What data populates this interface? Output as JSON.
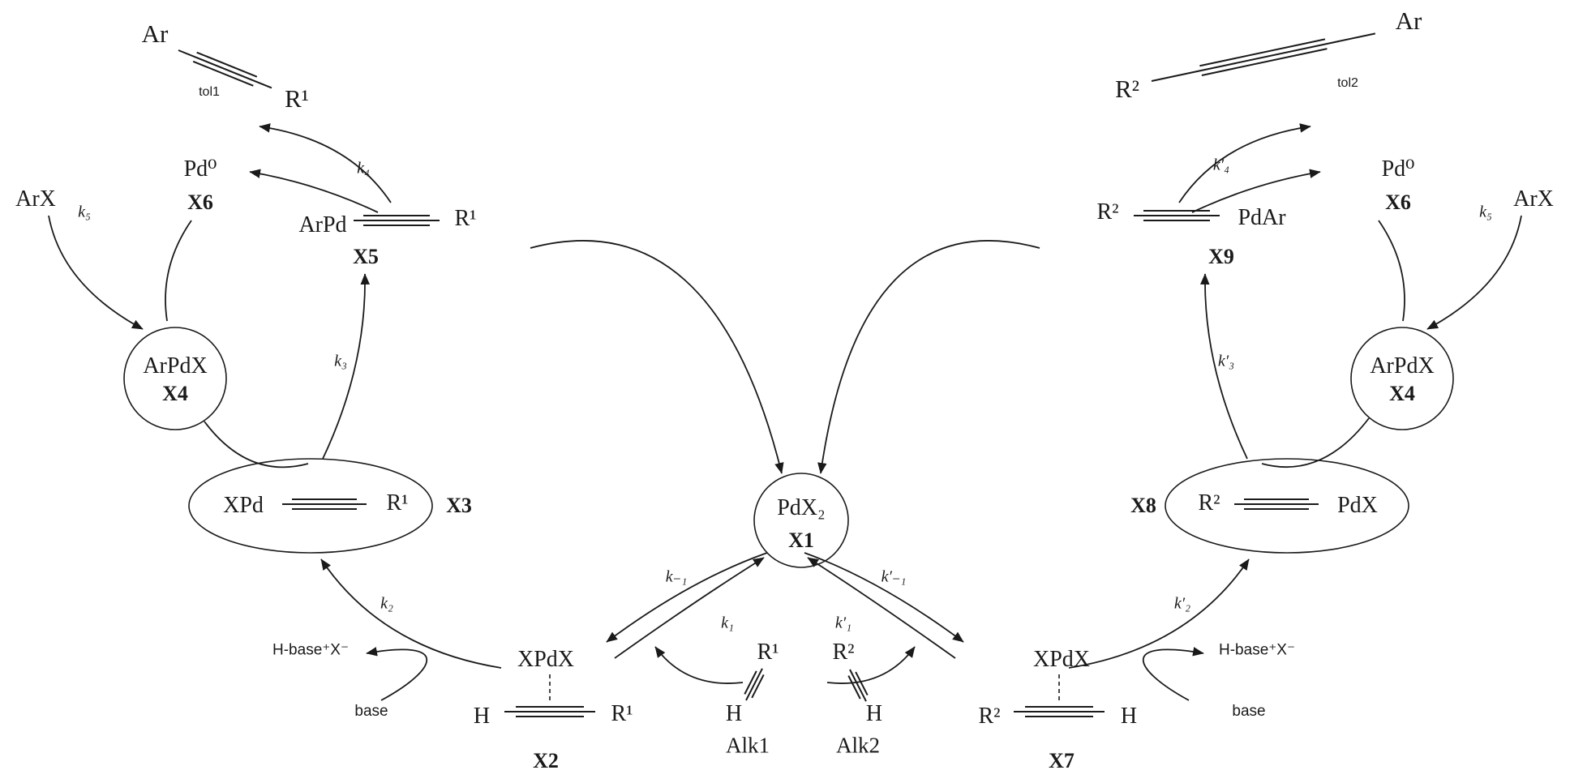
{
  "figure": {
    "background": "#ffffff",
    "ink": "#1a1a1a",
    "type": "dual-catalytic-cycle-scheme"
  },
  "c": {
    "pdx2": "PdX₂",
    "x1": "X1"
  },
  "l": {
    "ar": "Ar",
    "tol": "tol1",
    "r": "R¹",
    "pd0": "Pd⁰",
    "x6": "X6",
    "k4": "k₄",
    "arpd": "ArPd",
    "x5r": "R¹",
    "x5": "X5",
    "arx": "ArX",
    "k5": "k₅",
    "arpdx": "ArPdX",
    "x4": "X4",
    "k3": "k₃",
    "xpd": "XPd",
    "x3r": "R¹",
    "x3": "X3",
    "k2": "k₂",
    "hbase": "H-base⁺X⁻",
    "base": "base",
    "xpdx": "XPdX",
    "x2h": "H",
    "x2r": "R¹",
    "x2": "X2",
    "km1": "k₋₁",
    "k1": "k₁",
    "alkr": "R¹",
    "alkh": "H",
    "alk": "Alk1"
  },
  "r": {
    "ar": "Ar",
    "tol": "tol2",
    "r": "R²",
    "pd0": "Pd⁰",
    "x6": "X6",
    "k4": "k′₄",
    "pdar": "PdAr",
    "x9l": "R²",
    "x9": "X9",
    "arx": "ArX",
    "k5": "k₅",
    "arpdx": "ArPdX",
    "x4": "X4",
    "k3": "k′₃",
    "pdx": "PdX",
    "x8l": "R²",
    "x8": "X8",
    "k2": "k′₂",
    "hbase": "H-base⁺X⁻",
    "base": "base",
    "xpdx": "XPdX",
    "x7l": "R²",
    "x7h": "H",
    "x7": "X7",
    "km1": "k′₋₁",
    "k1": "k′₁",
    "alkl": "R²",
    "alkh": "H",
    "alk": "Alk2"
  }
}
